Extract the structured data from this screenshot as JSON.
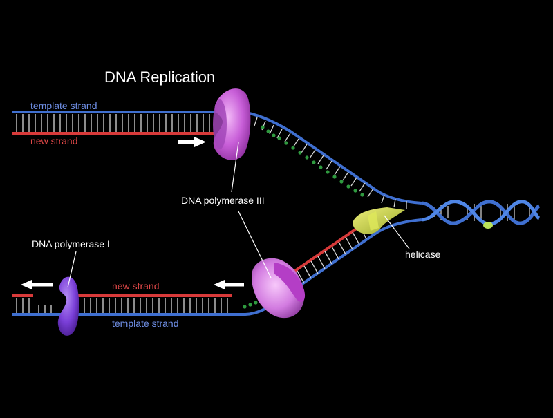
{
  "title": "DNA Replication",
  "labels": {
    "top_template_strand": "template strand",
    "top_new_strand": "new strand",
    "dna_polymerase_iii": "DNA polymerase III",
    "dna_polymerase_i": "DNA polymerase I",
    "helicase": "helicase",
    "bottom_new_strand": "new strand",
    "bottom_template_strand": "template strand"
  },
  "colors": {
    "background": "#000000",
    "template_strand": "#3f6fd0",
    "new_strand": "#d83a3a",
    "base_pairs": "#d8d8d8",
    "polymerase_iii": "#c85fd8",
    "polymerase_i": "#7a3fd8",
    "helicase": "#c8d83a",
    "primer_dots": "#2f9a3f",
    "arrow": "#ffffff"
  }
}
